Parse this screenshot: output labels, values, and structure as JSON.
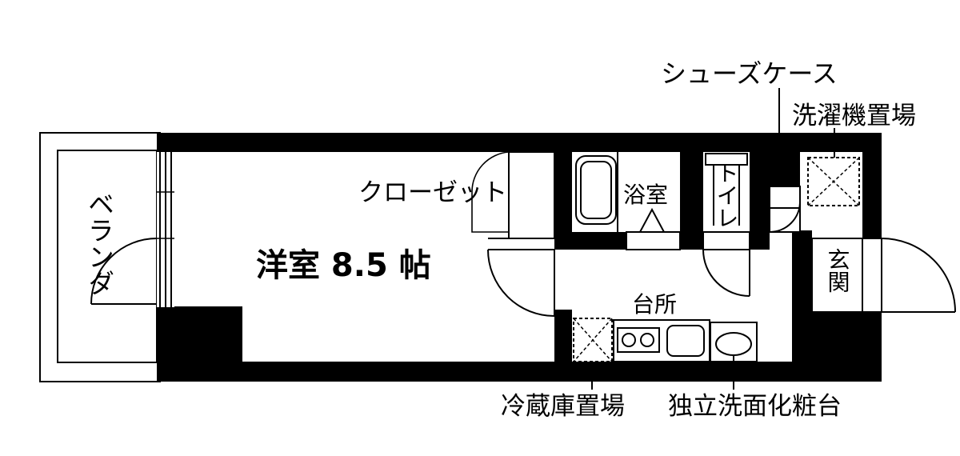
{
  "labels": {
    "veranda": "ベランダ",
    "closet": "クローゼット",
    "western_room": "洋室 8.5 帖",
    "bathroom": "浴室",
    "toilet": "トイレ",
    "entrance": "玄関",
    "kitchen": "台所",
    "shoe_case": "シューズケース",
    "washer_space": "洗濯機置場",
    "fridge_space": "冷蔵庫置場",
    "washstand": "独立洗面化粧台"
  }
}
